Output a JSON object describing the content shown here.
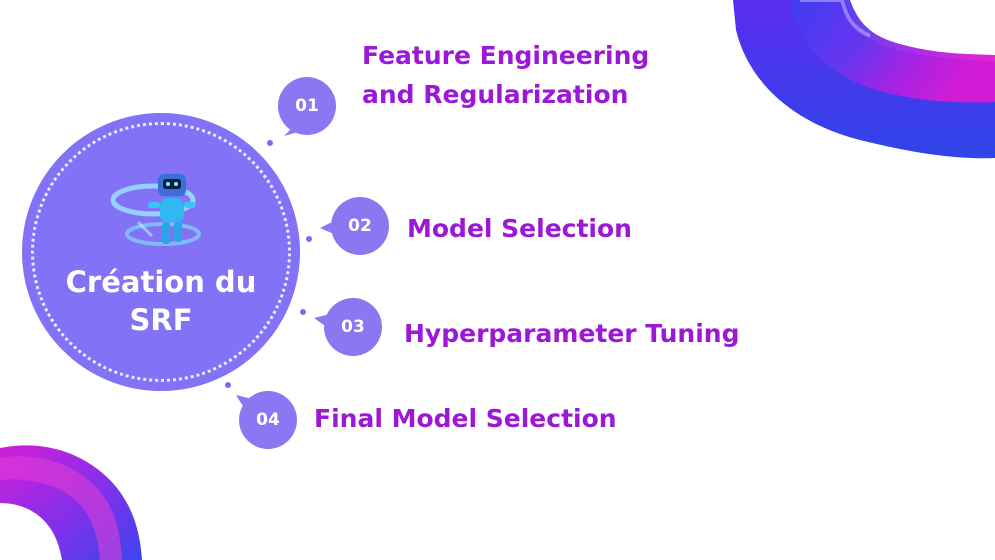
{
  "hub": {
    "title": "Création du\nSRF"
  },
  "steps": [
    {
      "number": "01",
      "label": "Feature Engineering\nand Regularization"
    },
    {
      "number": "02",
      "label": "Model Selection"
    },
    {
      "number": "03",
      "label": "Hyperparameter Tuning"
    },
    {
      "number": "04",
      "label": "Final Model Selection"
    }
  ],
  "colors": {
    "hub": "#8372f5",
    "badge": "#8a78f3",
    "label": "#9b18d6",
    "ribbon_blue": "#3a3ff0",
    "ribbon_magenta": "#c21fe0"
  },
  "icons": {
    "hub_illustration": "robot-icon"
  }
}
